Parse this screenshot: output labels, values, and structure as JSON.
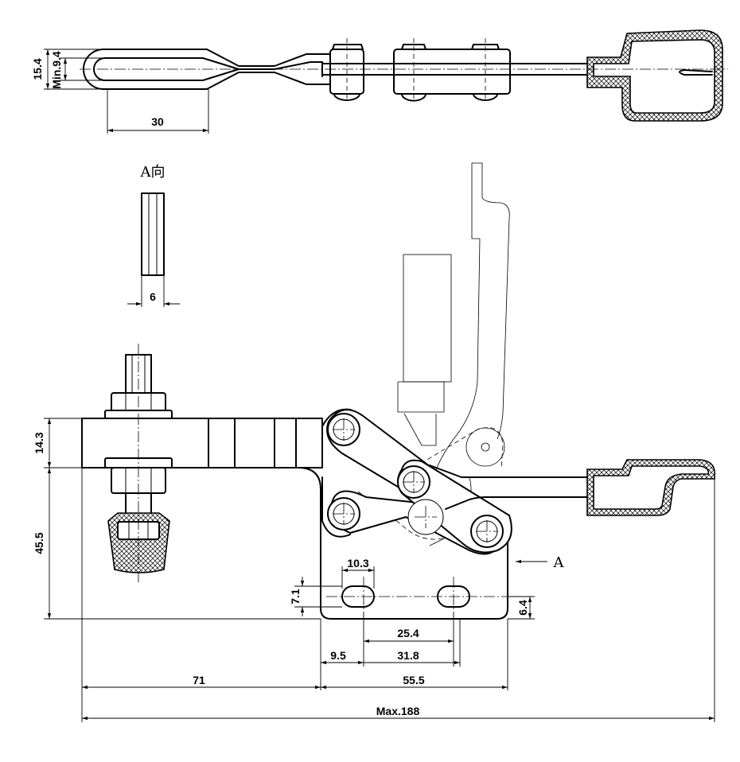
{
  "view_label": "A向",
  "arrow_label": "A",
  "dimensions": {
    "d_15_4": "15.4",
    "d_min_9_4": "Min.9.4",
    "d_30": "30",
    "d_6": "6",
    "d_14_3": "14.3",
    "d_45_5": "45.5",
    "d_10_3": "10.3",
    "d_7_1": "7.1",
    "d_6_4": "6.4",
    "d_25_4": "25.4",
    "d_9_5": "9.5",
    "d_31_8": "31.8",
    "d_71": "71",
    "d_55_5": "55.5",
    "d_max_188": "Max.188"
  }
}
